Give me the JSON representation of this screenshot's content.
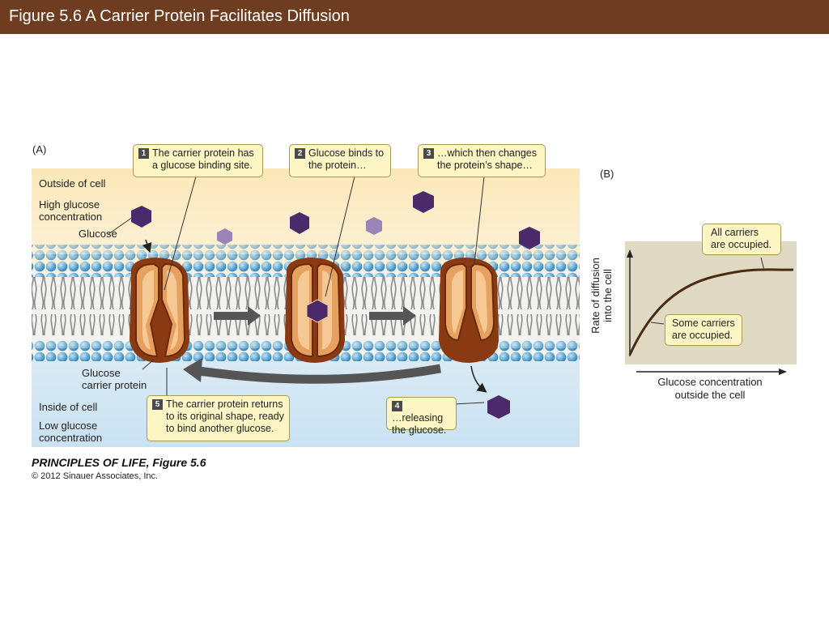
{
  "title": "Figure 5.6  A Carrier Protein Facilitates Diffusion",
  "panel_a": {
    "label": "(A)",
    "outside_label": "Outside of cell",
    "high_label_1": "High glucose",
    "high_label_2": "concentration",
    "glucose_label": "Glucose",
    "carrier_label_1": "Glucose",
    "carrier_label_2": "carrier protein",
    "inside_label": "Inside of cell",
    "low_label_1": "Low glucose",
    "low_label_2": "concentration",
    "steps": [
      {
        "num": "1",
        "line1": "The carrier protein has",
        "line2": "a glucose binding site.",
        "line3": ""
      },
      {
        "num": "2",
        "line1": "Glucose binds to",
        "line2": "the protein…",
        "line3": ""
      },
      {
        "num": "3",
        "line1": "…which then changes",
        "line2": "the protein’s shape…",
        "line3": ""
      },
      {
        "num": "4",
        "line1": "…releasing",
        "line2": "the glucose.",
        "line3": ""
      },
      {
        "num": "5",
        "line1": "The carrier protein returns",
        "line2": "to its original shape, ready",
        "line3": "to bind another glucose."
      }
    ]
  },
  "panel_b": {
    "label": "(B)",
    "ylabel_1": "Rate of diffusion",
    "ylabel_2": "into the cell",
    "xlabel_1": "Glucose concentration",
    "xlabel_2": "outside the cell",
    "callout_top_1": "All carriers",
    "callout_top_2": "are occupied.",
    "callout_mid_1": "Some carriers",
    "callout_mid_2": "are occupied."
  },
  "credit": {
    "line1": "PRINCIPLES OF LIFE, Figure 5.6",
    "line2": "© 2012 Sinauer Associates, Inc."
  },
  "colors": {
    "title_bar": "#6e3d20",
    "glucose": "#4b2a6b",
    "glucose_light": "#9a84b8",
    "protein": "#c06a2e",
    "protein_inner": "#f0b070",
    "lipid_head": "#3a8fc0",
    "curve": "#4a2a10",
    "plot_bg": "#e0dac4"
  },
  "icons": [
    "glucose-hexagon-icon",
    "carrier-protein-icon",
    "lipid-bilayer-icon",
    "arrow-icon"
  ]
}
